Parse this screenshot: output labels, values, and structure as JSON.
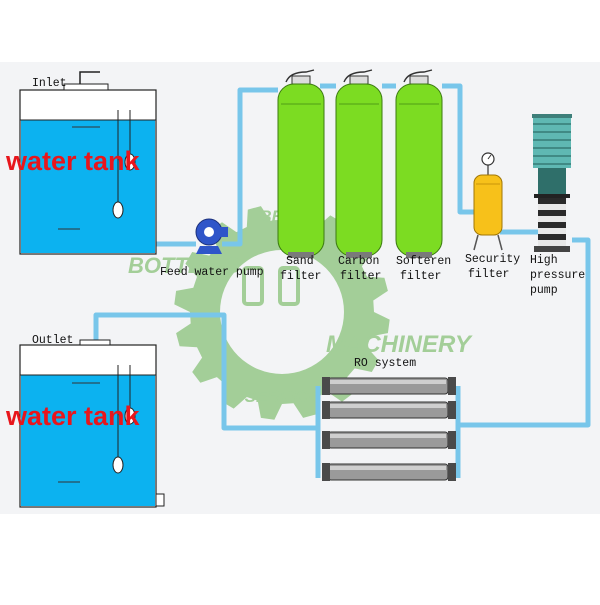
{
  "colors": {
    "panel_bg": "#f3f4f6",
    "water": "#0cb2f0",
    "pipe": "#78c6ea",
    "filter_green": "#7cdc22",
    "security_filter": "#f7c11a",
    "pump_blue": "#2f55c9",
    "title_red": "#e8161c",
    "watermark_green": "#62b04c",
    "motor_teal": "#5fb8b3"
  },
  "labels": {
    "inlet": "Inlet",
    "outlet": "Outlet",
    "tank_top": "water tank",
    "tank_bottom": "water tank",
    "feed_pump": "Feed water pump",
    "sand_1": "Sand",
    "sand_2": "filter",
    "carbon_1": "Carbon",
    "carbon_2": "filter",
    "soften_1": "Softeren",
    "soften_2": "filter",
    "security_1": "Security",
    "security_2": "filter",
    "hp_1": "High",
    "hp_2": "pressure",
    "hp_3": "pump",
    "ro": "RO system"
  },
  "watermark": {
    "top": "BEST",
    "left": "BOTTLING",
    "right": "MACHINERY",
    "bottom": "SERVICE"
  },
  "icons": {
    "pump": "centrifugal-pump-icon",
    "gauge": "pressure-gauge-icon",
    "motor": "electric-motor-icon",
    "float": "float-switch-icon",
    "gear": "gear-watermark-icon"
  }
}
